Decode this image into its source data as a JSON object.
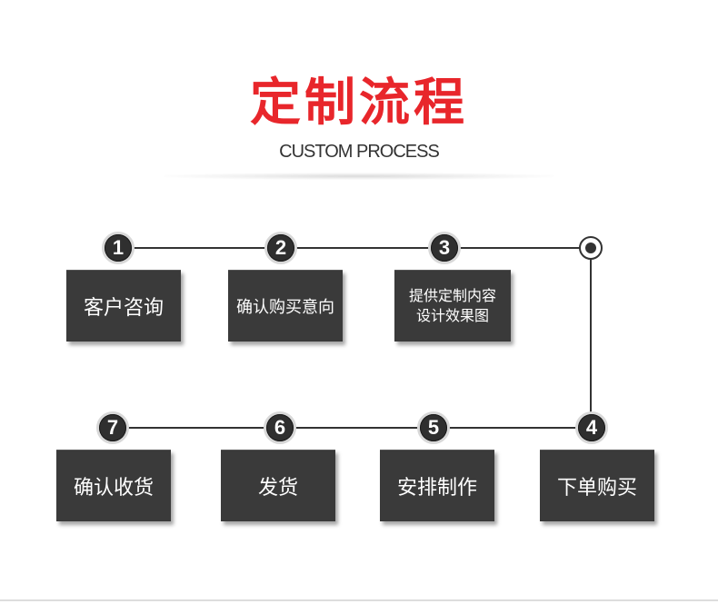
{
  "header": {
    "title": "定制流程",
    "subtitle": "CUSTOM PROCESS"
  },
  "steps": [
    {
      "number": "1",
      "label": "客户咨询"
    },
    {
      "number": "2",
      "label": "确认购买意向"
    },
    {
      "number": "3",
      "label_line1": "提供定制内容",
      "label_line2": "设计效果图"
    },
    {
      "number": "4",
      "label": "下单购买"
    },
    {
      "number": "5",
      "label": "安排制作"
    },
    {
      "number": "6",
      "label": "发货"
    },
    {
      "number": "7",
      "label": "确认收货"
    }
  ],
  "colors": {
    "title": "#e8262b",
    "box": "#3a3a3a",
    "line": "#333333"
  }
}
